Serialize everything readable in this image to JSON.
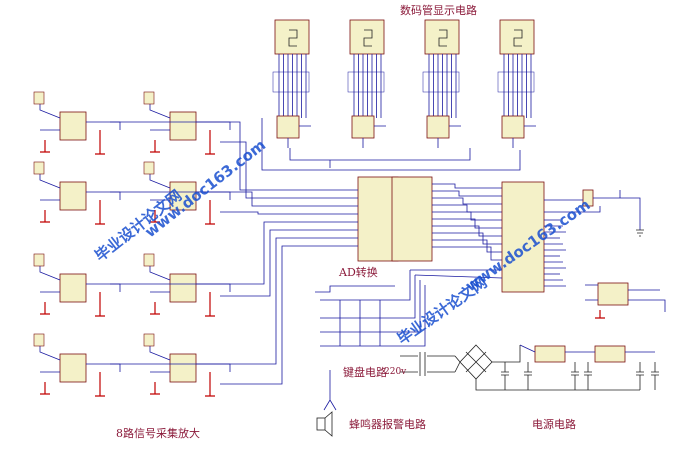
{
  "labels": {
    "display": "数码管显示电路",
    "ad": "AD转换",
    "keyboard": "键盘电路",
    "buzzer": "蜂鸣器报警电路",
    "power": "电源电路",
    "collect": "8路信号采集放大",
    "voltage": "220v"
  },
  "watermarks": {
    "url1": "www.doc163.com",
    "cn1": "毕业设计论文网",
    "url2": "www.doc163.com",
    "cn2": "毕业设计论文网"
  },
  "colors": {
    "wire": "#1a1aa0",
    "chip_fill": "#f4f1c8",
    "chip_border": "#7a1010",
    "ground": "#c00000",
    "label": "#8b1a3a",
    "watermark": "#1a4fd0"
  }
}
